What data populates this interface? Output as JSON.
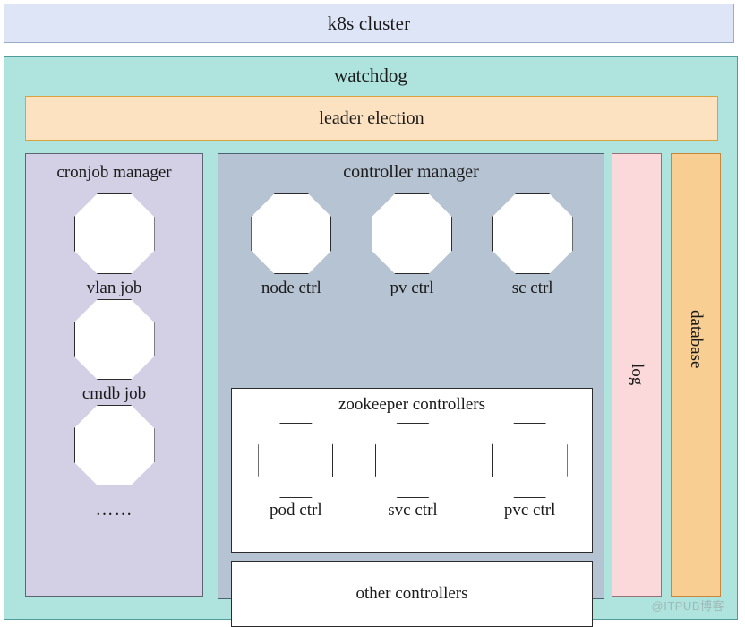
{
  "diagram": {
    "cluster": {
      "title": "k8s cluster",
      "bg_color": "#dde5f6",
      "border_color": "#9aabc8"
    },
    "watchdog": {
      "title": "watchdog",
      "bg_color": "#aee3de",
      "border_color": "#4e9b99"
    },
    "leader_election": {
      "title": "leader election",
      "bg_color": "#fde2c2",
      "border_color": "#d9a23c"
    },
    "cronjob_manager": {
      "title": "cronjob manager",
      "bg_color": "#d3cfe4",
      "border_color": "#5d6473",
      "jobs": [
        {
          "label": "vlan job"
        },
        {
          "label": "cmdb job"
        },
        {
          "label": ""
        }
      ],
      "ellipsis": "……"
    },
    "controller_manager": {
      "title": "controller manager",
      "bg_color": "#b6c3d2",
      "border_color": "#4a6272",
      "controllers": [
        {
          "label": "node ctrl"
        },
        {
          "label": "pv ctrl"
        },
        {
          "label": "sc ctrl"
        }
      ],
      "zookeeper": {
        "title": "zookeeper controllers",
        "bg_color": "#ffffff",
        "border_color": "#2b2b2b",
        "controllers": [
          {
            "label": "pod ctrl"
          },
          {
            "label": "svc ctrl"
          },
          {
            "label": "pvc ctrl"
          }
        ]
      },
      "other_controllers": {
        "title": "other controllers",
        "bg_color": "#ffffff",
        "border_color": "#2b2b2b"
      }
    },
    "log_bar": {
      "label": "log",
      "bg_color": "#fbd8d9",
      "border_color": "#9a7078"
    },
    "database_bar": {
      "label": "database",
      "bg_color": "#f8ce93",
      "border_color": "#c8883c"
    },
    "watermark": "@ITPUB博客"
  }
}
